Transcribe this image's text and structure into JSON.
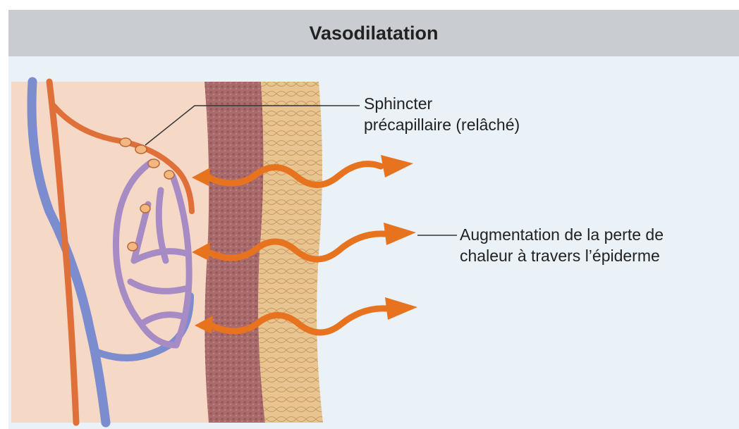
{
  "figure": {
    "title": "Vasodilatation",
    "labels": {
      "sphincter_line1": "Sphincter",
      "sphincter_line2": "précapillaire (relâché)",
      "heat_line1": "Augmentation de la perte de",
      "heat_line2": "chaleur à travers l’épiderme"
    },
    "colors": {
      "header": "#c9cdd2",
      "panel": "#eaf2f7",
      "tissue": "#f6d8c6",
      "artery": "#e0703a",
      "vein": "#7b8ccf",
      "capillary": "#a78bc4",
      "dermis": "#a86a6a",
      "epidermis": "#e7c490",
      "heat_arrow": "#e8731f"
    },
    "icons": [
      "heat-arrow-icon"
    ]
  }
}
